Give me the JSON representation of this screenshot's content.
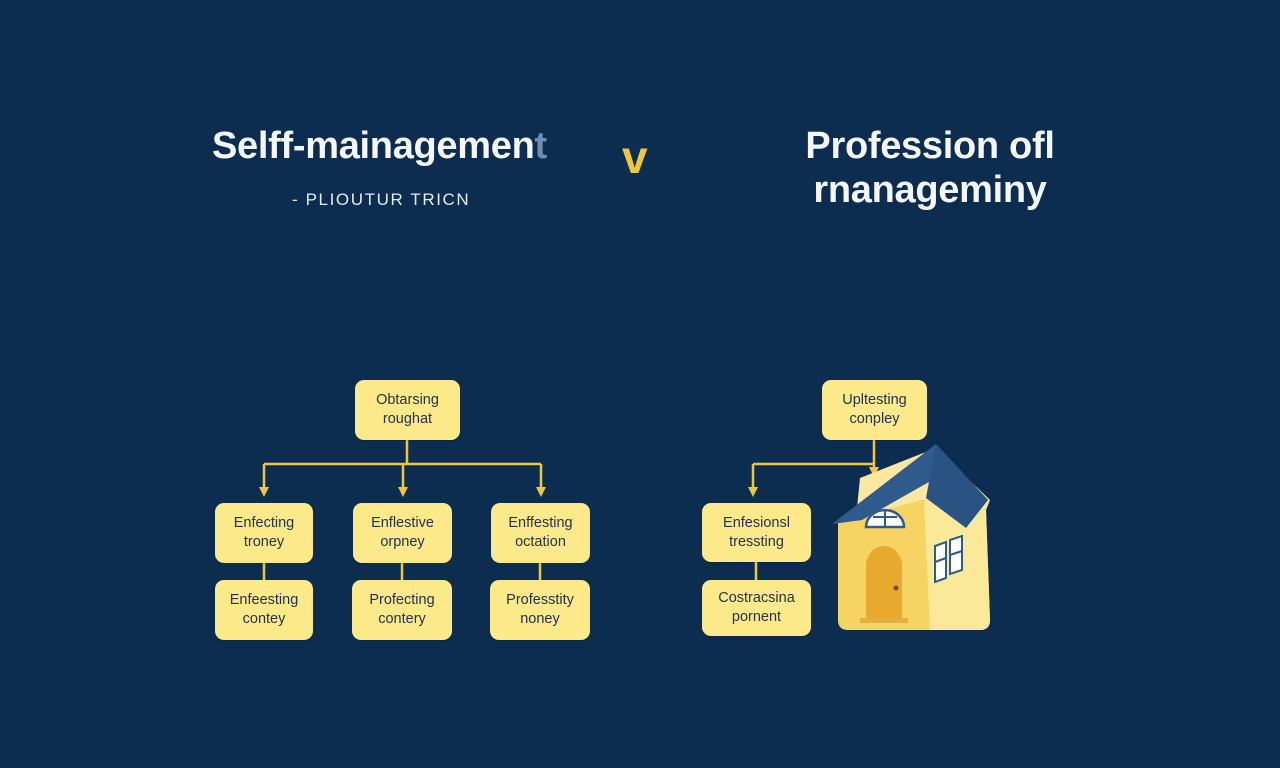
{
  "left": {
    "title_main": "Selff-mainagemen",
    "title_tail": "t",
    "subtitle": "- PLIOUTUR TRICN",
    "root": [
      "Obtarsing",
      "roughat"
    ],
    "children": [
      [
        "Enfecting",
        "troney"
      ],
      [
        "Enflestive",
        "orpney"
      ],
      [
        "Enffesting",
        "octation"
      ]
    ],
    "grandchildren": [
      [
        "Enfeesting",
        "contey"
      ],
      [
        "Profecting",
        "contery"
      ],
      [
        "Professtity",
        "noney"
      ]
    ]
  },
  "vs_label": "v",
  "right": {
    "title_line1": "Profession ofl",
    "title_line2": "rnanageminy",
    "root": [
      "Upltesting",
      "conpley"
    ],
    "child": [
      "Enfesionsl",
      "tressting"
    ],
    "grandchild": [
      "Costracsina",
      "pornent"
    ]
  },
  "colors": {
    "background": "#0c2d4f",
    "node_fill": "#fbe98a",
    "connector": "#f0c63c",
    "house_wall": "#f9dc74",
    "house_roof": "#2e5a8c"
  }
}
